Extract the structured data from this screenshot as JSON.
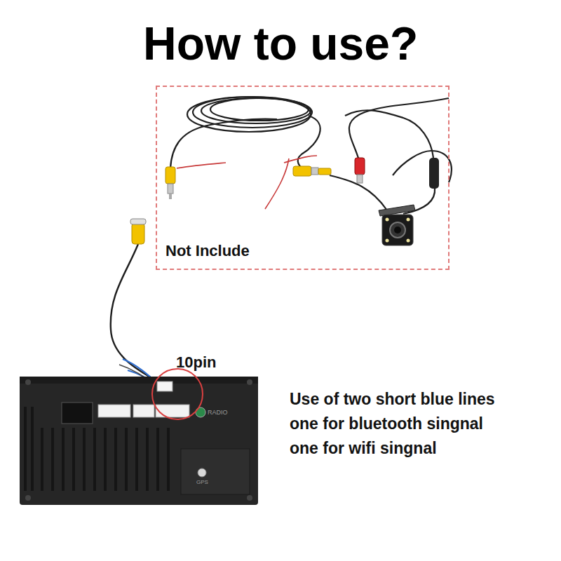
{
  "diagram": {
    "title": "How to use?",
    "nodes": [
      {
        "text": [
          "Not Include"
        ]
      }
    ],
    "labels": [
      "10pin",
      "Use of two short blue lines",
      "one for bluetooth singnal",
      "one for wifi singnal",
      "RADIO",
      "GPS"
    ]
  }
}
